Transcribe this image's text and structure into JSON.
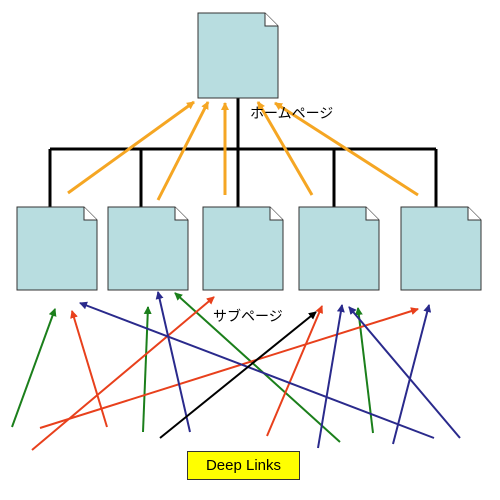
{
  "labels": {
    "home": "ホームページ",
    "sub": "サブページ",
    "deep_links": "Deep Links"
  },
  "colors": {
    "page_fill": "#b8dde0",
    "page_stroke": "#333333",
    "tree_line": "#000000",
    "arrow_orange": "#f5a623",
    "arrow_red": "#e8401c",
    "arrow_green": "#1b7f1b",
    "arrow_navy": "#2a2a8c",
    "arrow_black": "#000000",
    "deep_links_fill": "#ffff00"
  }
}
